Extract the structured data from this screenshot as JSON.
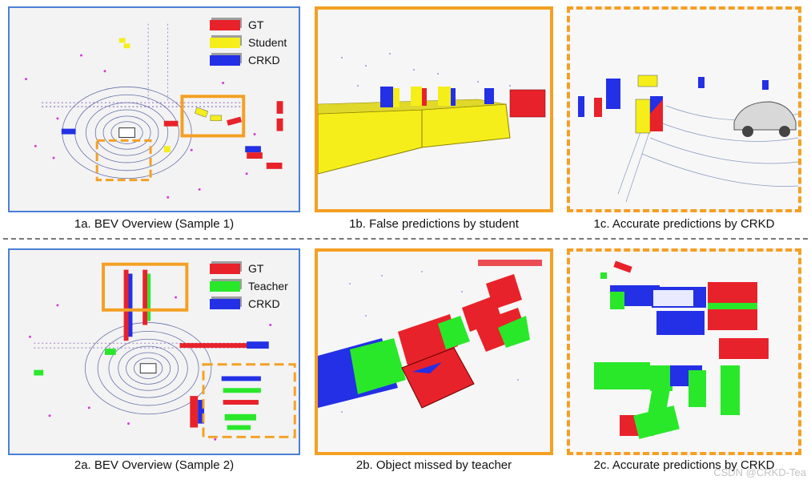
{
  "row1": {
    "panel_a_caption": "1a. BEV Overview (Sample 1)",
    "panel_b_caption": "1b. False predictions by student",
    "panel_c_caption": "1c. Accurate predictions by CRKD",
    "legend": [
      {
        "label": "GT",
        "color": "#e8222a"
      },
      {
        "label": "Student",
        "color": "#f5ee1a"
      },
      {
        "label": "CRKD",
        "color": "#2330e6"
      }
    ]
  },
  "row2": {
    "panel_a_caption": "2a. BEV Overview (Sample 2)",
    "panel_b_caption": "2b. Object missed by teacher",
    "panel_c_caption": "2c. Accurate predictions by CRKD",
    "legend": [
      {
        "label": "GT",
        "color": "#e8222a"
      },
      {
        "label": "Teacher",
        "color": "#29e82a"
      },
      {
        "label": "CRKD",
        "color": "#2330e6"
      }
    ]
  },
  "colors": {
    "gt": "#e8222a",
    "student": "#f5ee1a",
    "teacher": "#29e82a",
    "crkd": "#2330e6",
    "highlight": "#f4a024",
    "bev_frame": "#4a7fd6"
  },
  "watermark": "CSDN @CRKD-Tea"
}
